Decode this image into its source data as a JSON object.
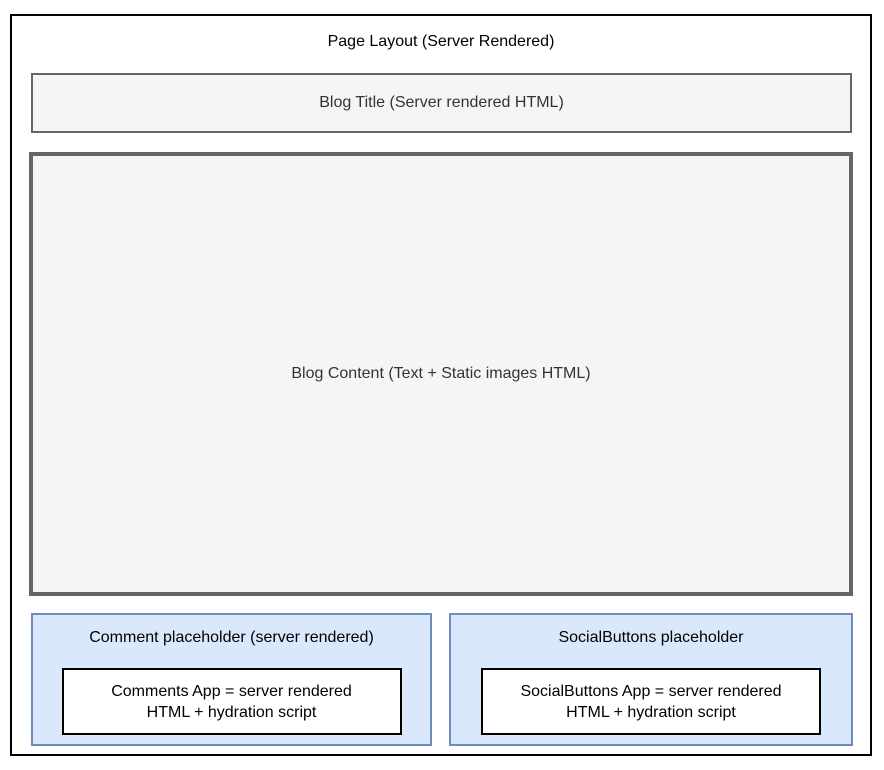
{
  "colors": {
    "background": "#ffffff",
    "outer_border": "#000000",
    "gray_fill": "#f5f5f5",
    "gray_border": "#666666",
    "gray_text": "#333333",
    "blue_fill": "#dae8fc",
    "blue_border": "#6c8ebf",
    "white_fill": "#ffffff",
    "black_border": "#000000",
    "black_text": "#000000"
  },
  "page_layout": {
    "title": "Page Layout (Server Rendered)"
  },
  "blog_title": {
    "label": "Blog Title (Server rendered HTML)"
  },
  "blog_content": {
    "label": "Blog Content (Text + Static images HTML)"
  },
  "comment_placeholder": {
    "title": "Comment placeholder (server rendered)",
    "app_box": {
      "line1": "Comments App = server rendered",
      "line2": "HTML + hydration script"
    }
  },
  "social_buttons_placeholder": {
    "title": "SocialButtons placeholder",
    "app_box": {
      "line1": "SocialButtons App = server rendered",
      "line2": "HTML + hydration script"
    }
  }
}
